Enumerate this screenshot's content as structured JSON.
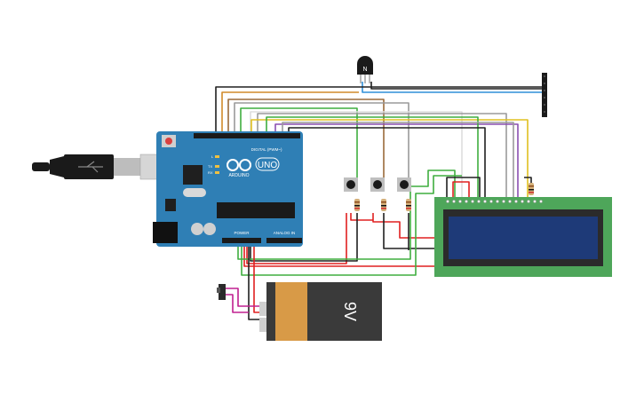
{
  "arduino": {
    "brand": "ARDUINO",
    "model": "UNO",
    "digital_label": "DIGITAL (PWM~)",
    "power_label": "POWER",
    "analog_label": "ANALOG IN",
    "led_l": "L",
    "led_tx": "TX",
    "led_rx": "RX"
  },
  "transistor": {
    "label": "N"
  },
  "battery": {
    "label": "9V"
  },
  "colors": {
    "board": "#2f7fb5",
    "lcd_pcb": "#4ea65a",
    "lcd_screen": "#1e3a78",
    "battery_body": "#3a3a3a",
    "battery_label": "#d89a47",
    "wire_red": "#e02020",
    "wire_black": "#202020",
    "wire_green": "#3fae3f",
    "wire_blue": "#2f8fd8",
    "wire_orange": "#d08a2a",
    "wire_brown": "#9a6a3a",
    "wire_yellow": "#e0c020",
    "wire_purple": "#8a4fb0",
    "wire_gray": "#9a9a9a",
    "wire_white": "#dddddd",
    "wire_magenta": "#c02090"
  }
}
